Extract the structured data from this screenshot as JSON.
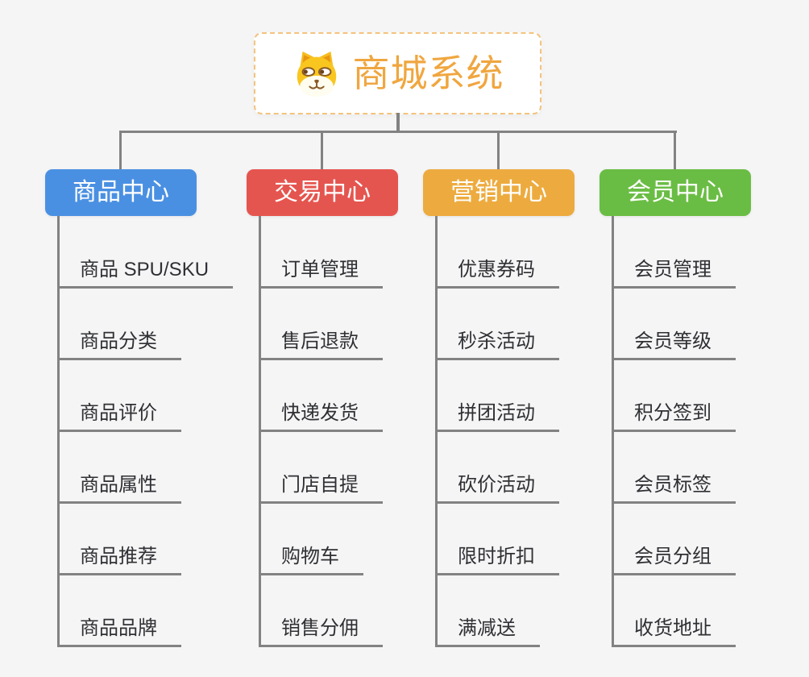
{
  "background": "#f5f5f6",
  "connector_color": "#828282",
  "root": {
    "title": "商城系统",
    "icon": "dog-face-icon",
    "text_color": "#f0a63f",
    "border_color": "#f3c37e"
  },
  "branches": [
    {
      "label": "商品中心",
      "color": "#4a90e2",
      "items": [
        "商品 SPU/SKU",
        "商品分类",
        "商品评价",
        "商品属性",
        "商品推荐",
        "商品品牌"
      ]
    },
    {
      "label": "交易中心",
      "color": "#e5554f",
      "items": [
        "订单管理",
        "售后退款",
        "快递发货",
        "门店自提",
        "购物车",
        "销售分佣"
      ]
    },
    {
      "label": "营销中心",
      "color": "#edab3f",
      "items": [
        "优惠券码",
        "秒杀活动",
        "拼团活动",
        "砍价活动",
        "限时折扣",
        "满减送"
      ]
    },
    {
      "label": "会员中心",
      "color": "#6abd44",
      "items": [
        "会员管理",
        "会员等级",
        "积分签到",
        "会员标签",
        "会员分组",
        "收货地址"
      ]
    }
  ]
}
